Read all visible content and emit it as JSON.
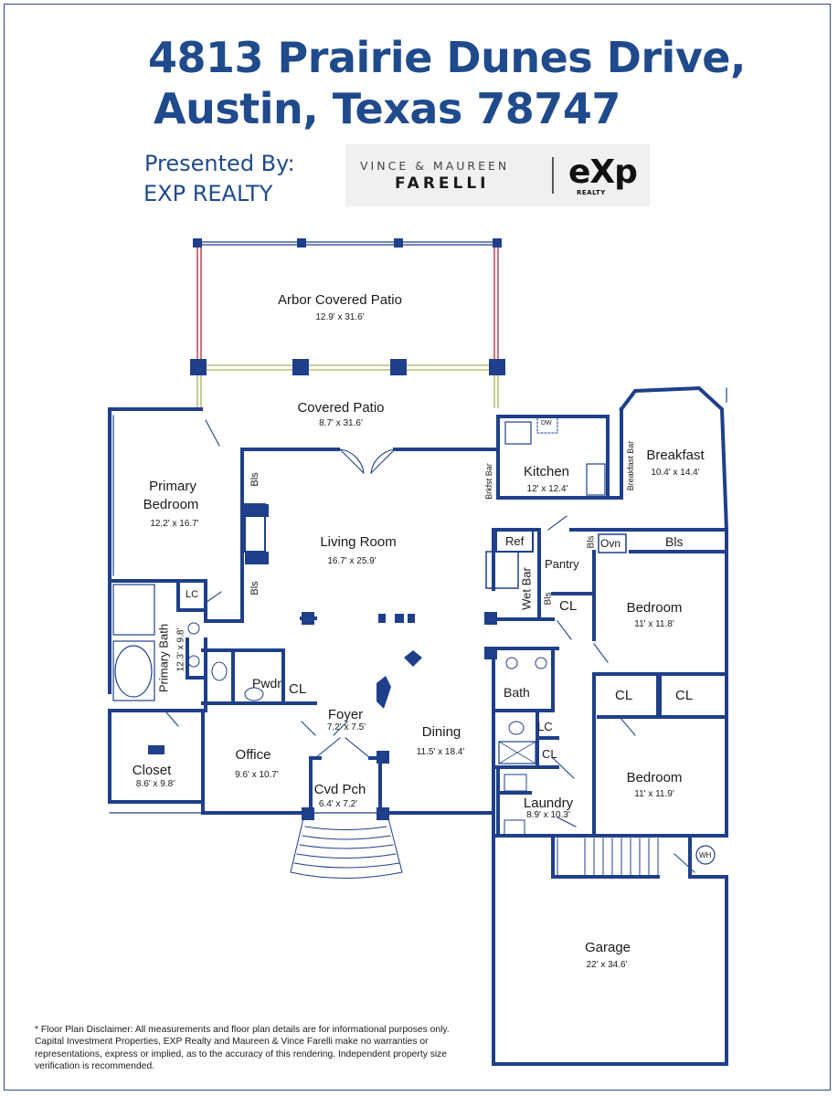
{
  "header": {
    "address_line1": "4813 Prairie Dunes Drive,",
    "address_line2": "Austin, Texas 78747",
    "presented_by": "Presented By:",
    "brokerage": "EXP REALTY"
  },
  "logo": {
    "names": "VINCE & MAUREEN",
    "surname": "FARELLI",
    "mark": "eXp",
    "mark_sub": "REALTY"
  },
  "rooms": {
    "arbor_patio": {
      "name": "Arbor Covered Patio",
      "dims": "12.9' x 31.6'"
    },
    "covered_patio": {
      "name": "Covered Patio",
      "dims": "8.7' x 31.6'"
    },
    "primary_bedroom": {
      "name_line1": "Primary",
      "name_line2": "Bedroom",
      "dims": "12.2' x 16.7'"
    },
    "living_room": {
      "name": "Living Room",
      "dims": "16.7' x 25.9'"
    },
    "kitchen": {
      "name": "Kitchen",
      "dims": "12' x 12.4'"
    },
    "breakfast": {
      "name": "Breakfast",
      "dims": "10.4' x 14.4'"
    },
    "bedroom_1": {
      "name": "Bedroom",
      "dims": "11' x 11.8'"
    },
    "bedroom_2": {
      "name": "Bedroom",
      "dims": "11' x 11.9'"
    },
    "primary_bath": {
      "name": "Primary Bath",
      "dims": "12.3' x 9.8'"
    },
    "closet": {
      "name": "Closet",
      "dims": "8.6' x 9.8'"
    },
    "office": {
      "name": "Office",
      "dims": "9.6' x 10.7'"
    },
    "foyer": {
      "name": "Foyer",
      "dims": "7.2' x 7.5'"
    },
    "dining": {
      "name": "Dining",
      "dims": "11.5' x 18.4'"
    },
    "cvd_pch": {
      "name": "Cvd Pch",
      "dims": "6.4' x 7.2'"
    },
    "laundry": {
      "name": "Laundry",
      "dims": "8.9' x 10.3'"
    },
    "garage": {
      "name": "Garage",
      "dims": "22' x 34.6'"
    }
  },
  "fixtures": {
    "bls": "Bls",
    "cl": "CL",
    "lc": "LC",
    "pwdr": "Pwdr",
    "bath": "Bath",
    "ref": "Ref",
    "pantry": "Pantry",
    "wet_bar": "Wet Bar",
    "oven": "Ovn",
    "dw": "DW",
    "wh": "WH",
    "brkfst_bar": "Brkfst Bar",
    "breakfast_bar": "Breakfast Bar"
  },
  "disclaimer": "* Floor Plan Disclaimer:  All measurements and floor plan details are for informational purposes only. Capital Investment Properties, EXP Realty and Maureen & Vince Farelli make no warranties or representations, express or implied, as to the accuracy of this rendering. Independent property size verification is recommended.",
  "colors": {
    "title": "#1f4a8c",
    "wall": "#1f3f8a",
    "arbor_rail": "#c0505a",
    "patio_rail": "#b9c07a"
  }
}
